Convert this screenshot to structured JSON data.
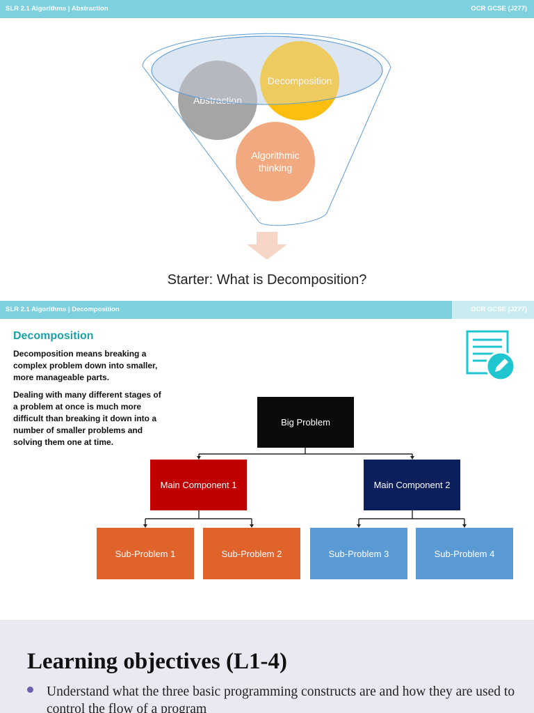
{
  "slide1": {
    "header": {
      "left": "SLR 2.1 Algorithms | Abstraction",
      "right": "OCR GCSE (J277)"
    },
    "circles": {
      "abstraction": "Abstraction",
      "decomposition": "Decomposition",
      "algorithmic": "Algorithmic thinking"
    },
    "starter": "Starter: What is Decomposition?"
  },
  "slide2": {
    "header": {
      "left": "SLR 2.1 Algorithms | Decomposition",
      "right": "OCR GCSE (J277)"
    },
    "title": "Decomposition",
    "para1": "Decomposition means breaking a complex problem down into smaller, more manageable parts.",
    "para2": "Dealing with many different stages of a problem at once is much more difficult than breaking it down into a number of smaller problems and solving them one at time.",
    "icon": "document-edit-icon",
    "tree": {
      "root": "Big Problem",
      "main1": "Main Component 1",
      "main2": "Main Component 2",
      "sub1": "Sub-Problem 1",
      "sub2": "Sub-Problem 2",
      "sub3": "Sub-Problem 3",
      "sub4": "Sub-Problem 4"
    },
    "colors": {
      "accent": "#18a2a8",
      "root": "#0a0a0a",
      "main1": "#c00000",
      "main2": "#0a1f5c",
      "sub_orange": "#e0632c",
      "sub_blue": "#5b9bd5"
    }
  },
  "slide3": {
    "title": "Learning objectives (L1-4)",
    "objective": "Understand what the three basic programming constructs are and how they are used to control the flow of a program"
  }
}
